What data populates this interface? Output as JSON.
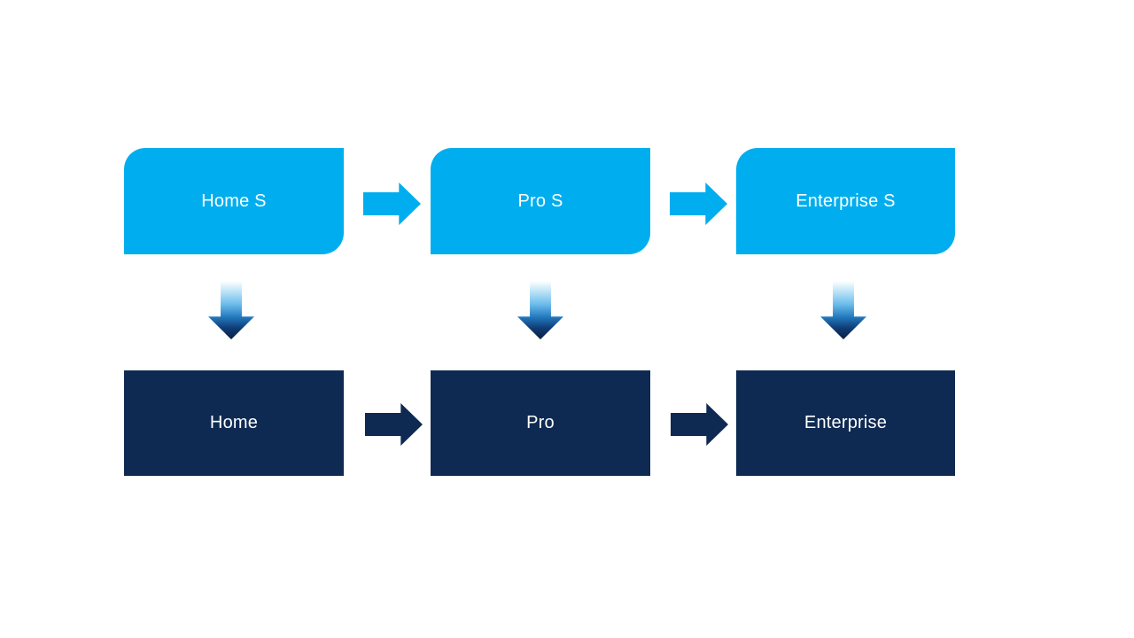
{
  "slide": {
    "background": "#FFFFFF"
  },
  "colors": {
    "cyan_fill": "#00AEEF",
    "navy_fill": "#0E2A52",
    "label_text": "#FFFFFF",
    "cyan_arrow_glow": "#7FDBFF",
    "navy_arrow_glow": "#8094B6",
    "down_arrow_gradient_top": "#FFFFFF",
    "down_arrow_gradient_bottom": "#0A1F3E"
  },
  "diagram": {
    "top_row": {
      "shape": "rounded-diagonal-corner-rectangle",
      "fill": "#00AEEF",
      "nodes": [
        {
          "label": "Home S"
        },
        {
          "label": "Pro S"
        },
        {
          "label": "Enterprise S"
        }
      ]
    },
    "bottom_row": {
      "shape": "rectangle",
      "fill": "#0E2A52",
      "nodes": [
        {
          "label": "Home"
        },
        {
          "label": "Pro"
        },
        {
          "label": "Enterprise"
        }
      ]
    },
    "icons": {
      "right_arrow": "block-arrow-right",
      "down_arrow": "block-arrow-down"
    }
  }
}
